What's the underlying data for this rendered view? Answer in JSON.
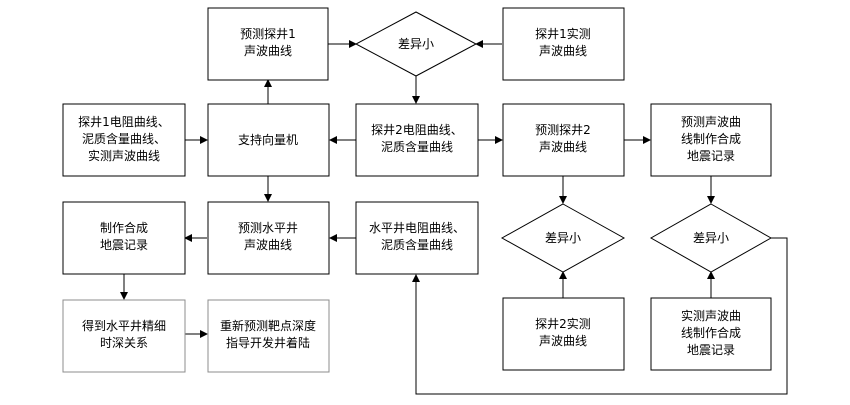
{
  "diagram": {
    "nodes": {
      "pred_well1": [
        "预测探井1",
        "声波曲线"
      ],
      "meas_well1": [
        "探井1实测",
        "声波曲线"
      ],
      "diff_top": [
        "差异小"
      ],
      "well1_curves": [
        "探井1电阻曲线、",
        "泥质含量曲线、",
        "实测声波曲线"
      ],
      "svm": [
        "支持向量机"
      ],
      "well2_curves": [
        "探井2电阻曲线、",
        "泥质含量曲线"
      ],
      "pred_well2": [
        "预测探井2",
        "声波曲线"
      ],
      "pred_synth": [
        "预测声波曲",
        "线制作合成",
        "地震记录"
      ],
      "make_synth": [
        "制作合成",
        "地震记录"
      ],
      "pred_horiz": [
        "预测水平井",
        "声波曲线"
      ],
      "horiz_curves": [
        "水平井电阻曲线、",
        "泥质含量曲线"
      ],
      "diff_mid1": [
        "差异小"
      ],
      "diff_mid2": [
        "差异小"
      ],
      "time_depth": [
        "得到水平井精细",
        "时深关系"
      ],
      "re_predict": [
        "重新预测靶点深度",
        "指导开发井着陆"
      ],
      "meas_well2": [
        "探井2实测",
        "声波曲线"
      ],
      "meas_synth": [
        "实测声波曲",
        "线制作合成",
        "地震记录"
      ]
    }
  }
}
